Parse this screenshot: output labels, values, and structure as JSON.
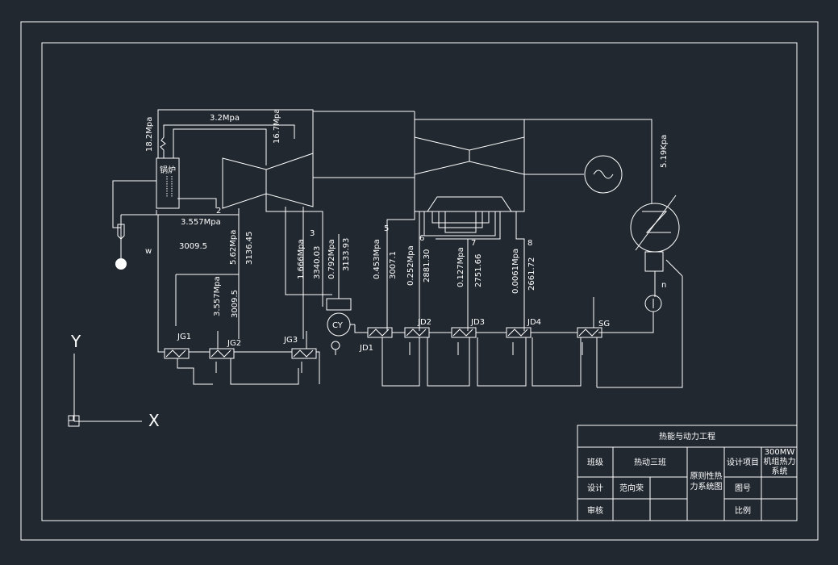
{
  "colors": {
    "background": "#212830",
    "line": "#ffffff"
  },
  "labels": {
    "boiler": "锅炉",
    "p_main_steam": "18.2Mpa",
    "p_reheat": "3.2Mpa",
    "p_hp_in": "16.7Mpa",
    "p_lp_exhaust": "5.19Kpa",
    "pt2_num": "2",
    "pt2_pressure": "3.557Mpa",
    "pt2_enthalpy": "3009.5",
    "w_label": "w",
    "ext_a_pressure": "5.62Mpa",
    "ext_a_enthalpy": "3136.45",
    "jg2_pressure": "3.557Mpa",
    "jg2_enthalpy": "3009.5",
    "pt3_num": "3",
    "pt3_pressure": "1.666Mpa",
    "pt3_enthalpy": "3340.03",
    "cy_pressure": "0.792Mpa",
    "cy_enthalpy": "3133.93",
    "pt5_num": "5",
    "pt5_pressure": "0.453Mpa",
    "pt5_enthalpy": "3007.1",
    "pt6_num": "6",
    "pt6_pressure": "0.252Mpa",
    "pt6_enthalpy": "2881.30",
    "pt7_num": "7",
    "pt7_pressure": "0.127Mpa",
    "pt7_enthalpy": "2751.66",
    "pt8_num": "8",
    "pt8_pressure": "0.0061Mpa",
    "pt8_enthalpy": "2661.72",
    "pump_n": "n",
    "deaerator": "CY",
    "jg1": "JG1",
    "jg2": "JG2",
    "jg3": "JG3",
    "jd1": "JD1",
    "jd2": "JD2",
    "jd3": "JD3",
    "jd4": "JD4",
    "sg": "SG",
    "axis_y": "Y",
    "axis_x": "X"
  },
  "title_block": {
    "header": "热能与动力工程",
    "class_label": "班级",
    "class_value": "热动三班",
    "design_label": "设计",
    "design_value": "范向荣",
    "review_label": "审核",
    "drawing_title": "原则性热力系统图",
    "project_label": "设计项目",
    "project_value": "300MW机组热力系统",
    "drawing_no_label": "图号",
    "scale_label": "比例"
  }
}
